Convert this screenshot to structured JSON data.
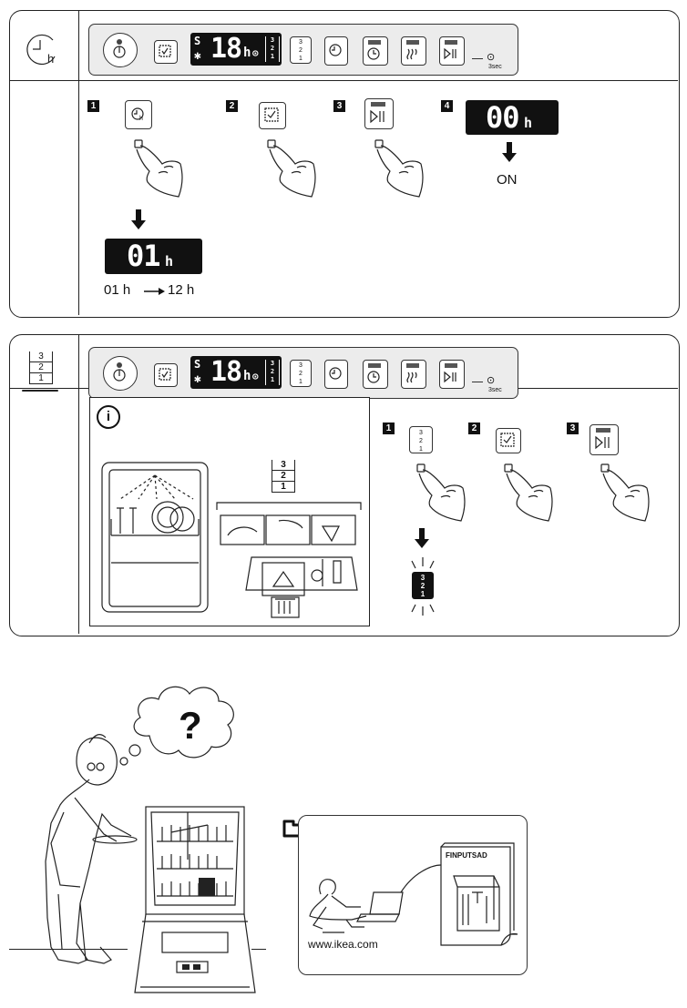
{
  "panel_delay": {
    "steps": [
      "1",
      "2",
      "3",
      "4"
    ],
    "display_start": "01",
    "display_end": "00",
    "hour_unit": "h",
    "range_from": "01 h",
    "range_to": "12 h",
    "on_label": "ON"
  },
  "panel_halfload": {
    "steps": [
      "1",
      "2",
      "3"
    ],
    "info_icon": "i",
    "rack_levels": [
      "3",
      "2",
      "1"
    ]
  },
  "control_strip": {
    "display_value": "18",
    "hour_unit": "h",
    "hold_label": "3sec",
    "rack_levels": [
      "3",
      "2",
      "1"
    ]
  },
  "bottom": {
    "question_mark": "?",
    "booklet_title": "FINPUTSAD",
    "website": "www.ikea.com"
  }
}
